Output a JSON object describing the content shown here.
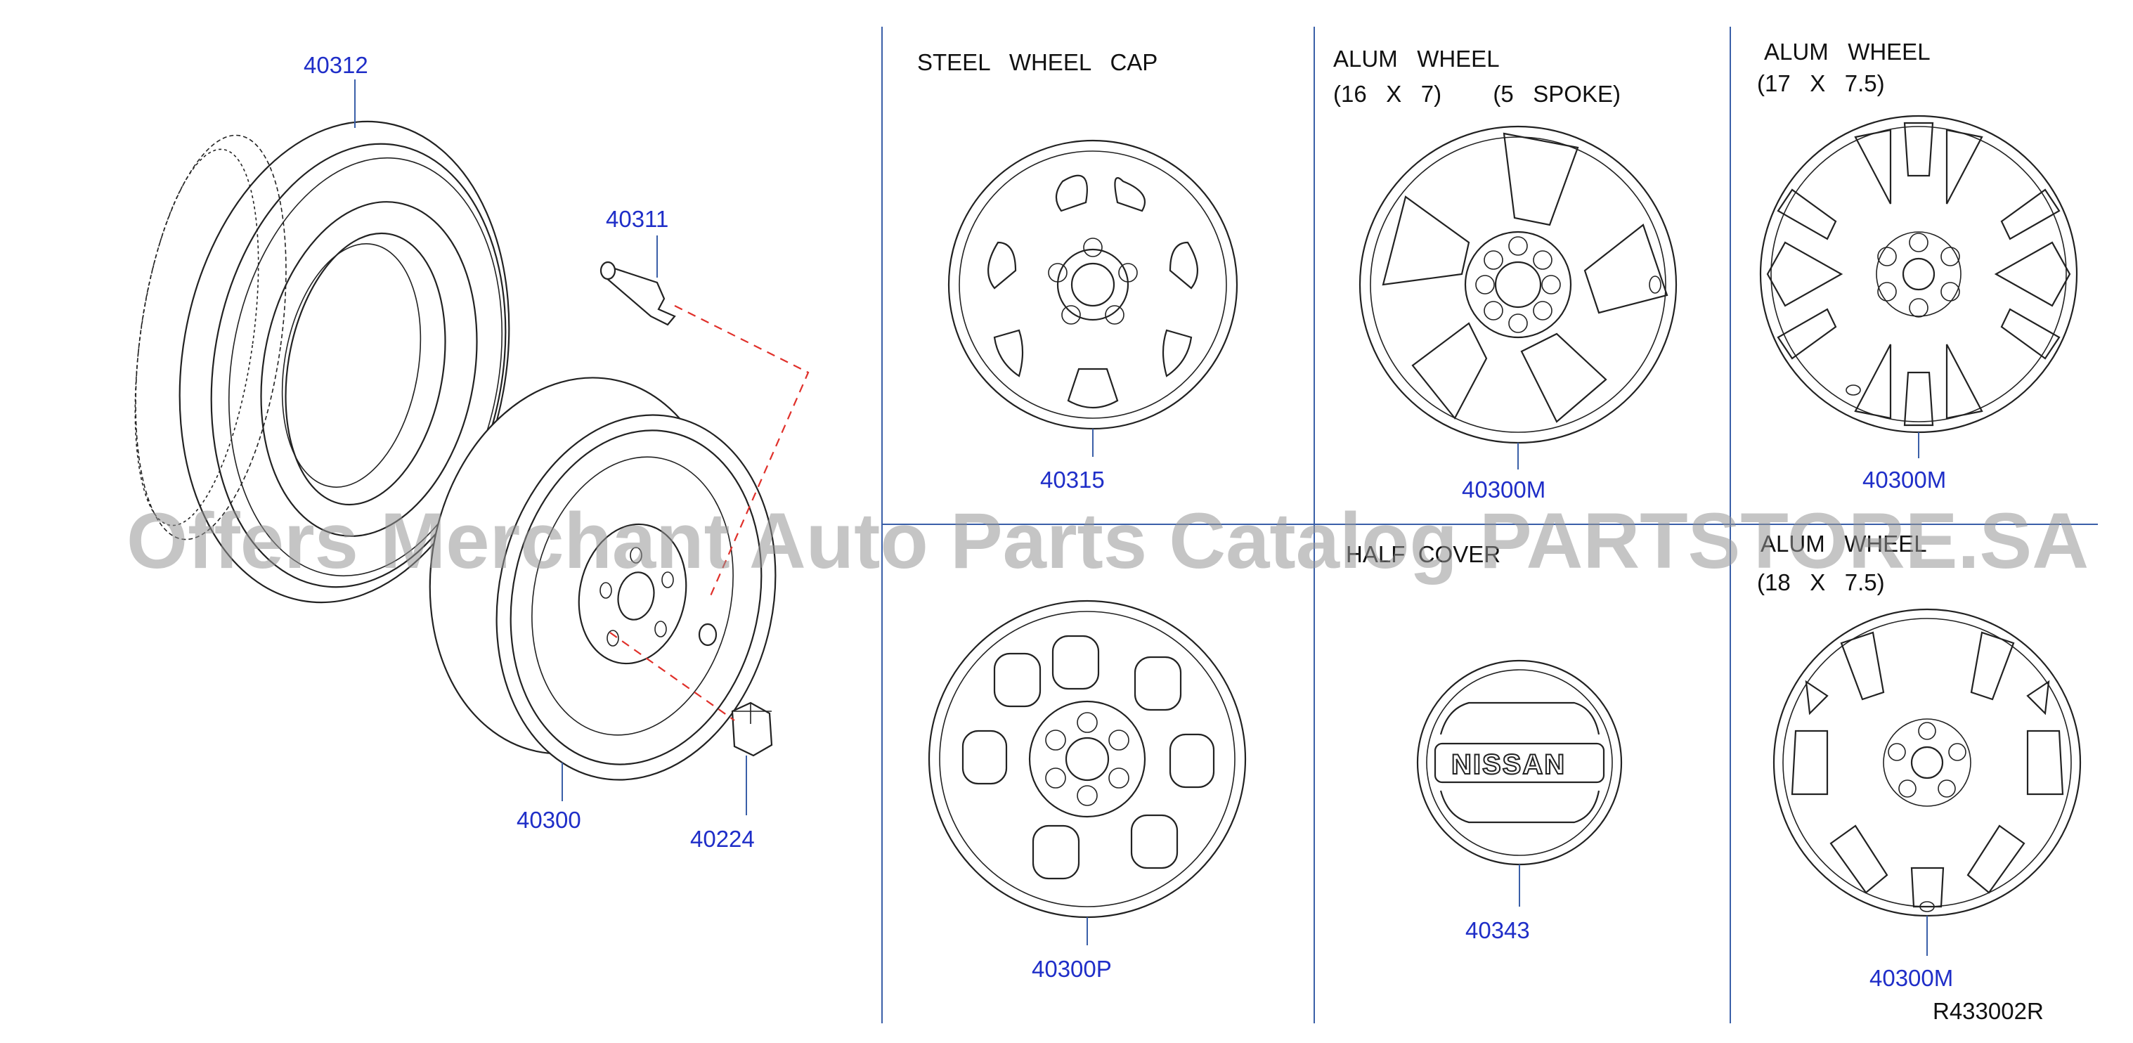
{
  "parts": {
    "tire": "40312",
    "valve": "40311",
    "steel_wheel": "40300",
    "nut": "40224",
    "steel_cap": "40315",
    "alum_16": "40300M",
    "alum_17": "40300M",
    "steel_wheel_b": "40300P",
    "hub_cover": "40343",
    "alum_18": "40300M"
  },
  "headers": {
    "steel_cap": "STEEL   WHEEL   CAP",
    "alum16_l1": "ALUM   WHEEL",
    "alum16_l2": "(16   X   7)        (5   SPOKE)",
    "alum17_l1": "ALUM   WHEEL",
    "alum17_l2": "(17   X   7.5)",
    "hub_cover": "HALF  COVER",
    "alum18_l1": "ALUM   WHEEL",
    "alum18_l2": "(18   X   7.5)"
  },
  "logo_text": "NISSAN",
  "diagram_code": "R433002R",
  "watermark": "Offers Merchant Auto Parts Catalog PARTSTORE.SA",
  "colors": {
    "part_number": "#1f2ec8",
    "grid": "#3a5fa8",
    "dashed_leader": "#e0302a"
  }
}
